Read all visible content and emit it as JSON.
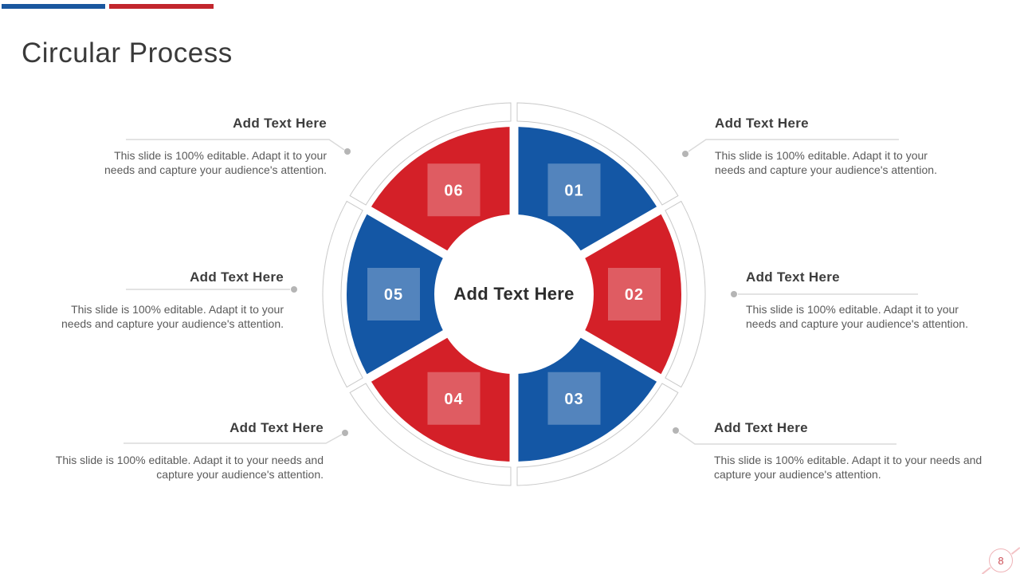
{
  "slide": {
    "title": "Circular Process",
    "page_number": "8"
  },
  "accent_bars": {
    "blue_color": "#1a579f",
    "red_color": "#c2262d"
  },
  "diagram": {
    "center_label": "Add Text Here",
    "colors": {
      "red": "#d42028",
      "blue": "#1457a5",
      "ring_stroke": "#c9c9c9",
      "number_color": "#ffffff"
    },
    "segments": [
      {
        "id": "01",
        "color": "blue",
        "start_deg": 0,
        "end_deg": 60
      },
      {
        "id": "02",
        "color": "red",
        "start_deg": 60,
        "end_deg": 120
      },
      {
        "id": "03",
        "color": "blue",
        "start_deg": 120,
        "end_deg": 180
      },
      {
        "id": "04",
        "color": "red",
        "start_deg": 180,
        "end_deg": 240
      },
      {
        "id": "05",
        "color": "blue",
        "start_deg": 240,
        "end_deg": 300
      },
      {
        "id": "06",
        "color": "red",
        "start_deg": 300,
        "end_deg": 360
      }
    ]
  },
  "callouts": [
    {
      "position": "top-left",
      "heading": "Add Text Here",
      "body": "This slide is 100% editable. Adapt it to your needs and capture your audience's attention."
    },
    {
      "position": "top-right",
      "heading": "Add Text Here",
      "body": "This slide is 100% editable. Adapt it to your needs and capture your audience's attention."
    },
    {
      "position": "middle-left",
      "heading": "Add Text Here",
      "body": "This slide is 100% editable. Adapt it to your needs and capture your audience's attention."
    },
    {
      "position": "middle-right",
      "heading": "Add Text Here",
      "body": "This slide is 100% editable. Adapt it to your needs and capture your audience's attention."
    },
    {
      "position": "bottom-left",
      "heading": "Add Text Here",
      "body": "This slide is 100% editable. Adapt it to your needs and capture your audience's attention."
    },
    {
      "position": "bottom-right",
      "heading": "Add Text Here",
      "body": "This slide is 100% editable. Adapt it to your needs and capture your audience's attention."
    }
  ]
}
